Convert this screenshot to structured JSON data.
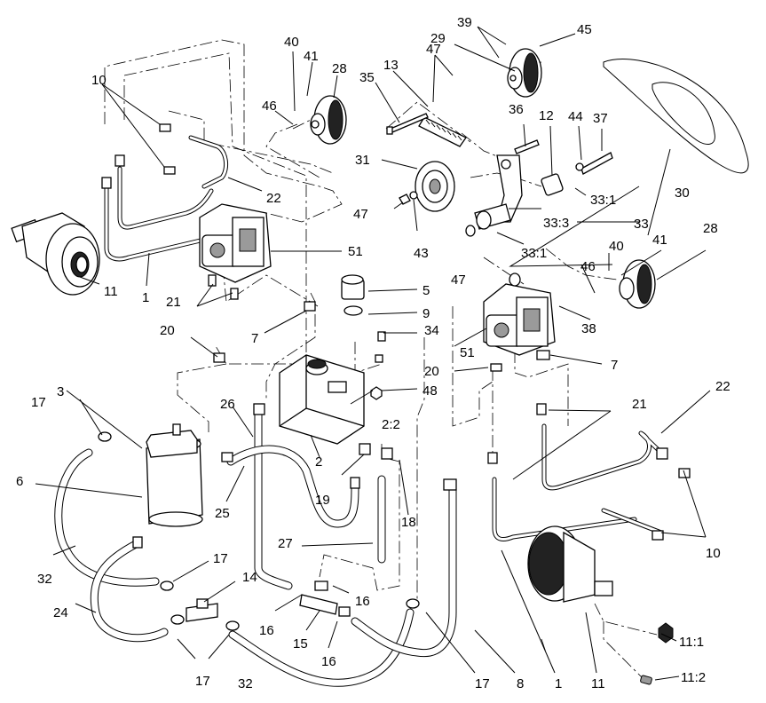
{
  "callouts": [
    {
      "id": "c40a",
      "text": "40"
    },
    {
      "id": "c41a",
      "text": "41"
    },
    {
      "id": "c28a",
      "text": "28"
    },
    {
      "id": "c46a",
      "text": "46"
    },
    {
      "id": "c35",
      "text": "35"
    },
    {
      "id": "c13",
      "text": "13"
    },
    {
      "id": "c47a",
      "text": "47"
    },
    {
      "id": "c29",
      "text": "29"
    },
    {
      "id": "c39",
      "text": "39"
    },
    {
      "id": "c45",
      "text": "45"
    },
    {
      "id": "c10a",
      "text": "10"
    },
    {
      "id": "c36",
      "text": "36"
    },
    {
      "id": "c12",
      "text": "12"
    },
    {
      "id": "c44",
      "text": "44"
    },
    {
      "id": "c37",
      "text": "37"
    },
    {
      "id": "c31",
      "text": "31"
    },
    {
      "id": "c30",
      "text": "30"
    },
    {
      "id": "c22a",
      "text": "22"
    },
    {
      "id": "c33_1a",
      "text": "33:1"
    },
    {
      "id": "c47b",
      "text": "47"
    },
    {
      "id": "c43",
      "text": "43"
    },
    {
      "id": "c33_3",
      "text": "33:3"
    },
    {
      "id": "c33",
      "text": "33"
    },
    {
      "id": "c41b",
      "text": "41"
    },
    {
      "id": "c28b",
      "text": "28"
    },
    {
      "id": "c51a",
      "text": "51"
    },
    {
      "id": "c33_1b",
      "text": "33:1"
    },
    {
      "id": "c40b",
      "text": "40"
    },
    {
      "id": "c11a",
      "text": "11"
    },
    {
      "id": "c1a",
      "text": "1"
    },
    {
      "id": "c46b",
      "text": "46"
    },
    {
      "id": "c5",
      "text": "5"
    },
    {
      "id": "c47c",
      "text": "47"
    },
    {
      "id": "c21a",
      "text": "21"
    },
    {
      "id": "c9",
      "text": "9"
    },
    {
      "id": "c7a",
      "text": "7"
    },
    {
      "id": "c38",
      "text": "38"
    },
    {
      "id": "c34",
      "text": "34"
    },
    {
      "id": "c51b",
      "text": "51"
    },
    {
      "id": "c20a",
      "text": "20"
    },
    {
      "id": "c7b",
      "text": "7"
    },
    {
      "id": "c20b",
      "text": "20"
    },
    {
      "id": "c48",
      "text": "48"
    },
    {
      "id": "c22b",
      "text": "22"
    },
    {
      "id": "c3",
      "text": "3"
    },
    {
      "id": "c26",
      "text": "26"
    },
    {
      "id": "c21b",
      "text": "21"
    },
    {
      "id": "c17a",
      "text": "17"
    },
    {
      "id": "c2_2",
      "text": "2:2"
    },
    {
      "id": "c6",
      "text": "6"
    },
    {
      "id": "c2",
      "text": "2"
    },
    {
      "id": "c19",
      "text": "19"
    },
    {
      "id": "c18",
      "text": "18"
    },
    {
      "id": "c25",
      "text": "25"
    },
    {
      "id": "c10b",
      "text": "10"
    },
    {
      "id": "c27",
      "text": "27"
    },
    {
      "id": "c32a",
      "text": "32"
    },
    {
      "id": "c17b",
      "text": "17"
    },
    {
      "id": "c14",
      "text": "14"
    },
    {
      "id": "c16a",
      "text": "16"
    },
    {
      "id": "c24",
      "text": "24"
    },
    {
      "id": "c16b",
      "text": "16"
    },
    {
      "id": "c15",
      "text": "15"
    },
    {
      "id": "c16c",
      "text": "16"
    },
    {
      "id": "c11_1",
      "text": "11:1"
    },
    {
      "id": "c17c",
      "text": "17"
    },
    {
      "id": "c32b",
      "text": "32"
    },
    {
      "id": "c17d",
      "text": "17"
    },
    {
      "id": "c8",
      "text": "8"
    },
    {
      "id": "c1b",
      "text": "1"
    },
    {
      "id": "c11b",
      "text": "11"
    },
    {
      "id": "c11_2",
      "text": "11:2"
    }
  ]
}
